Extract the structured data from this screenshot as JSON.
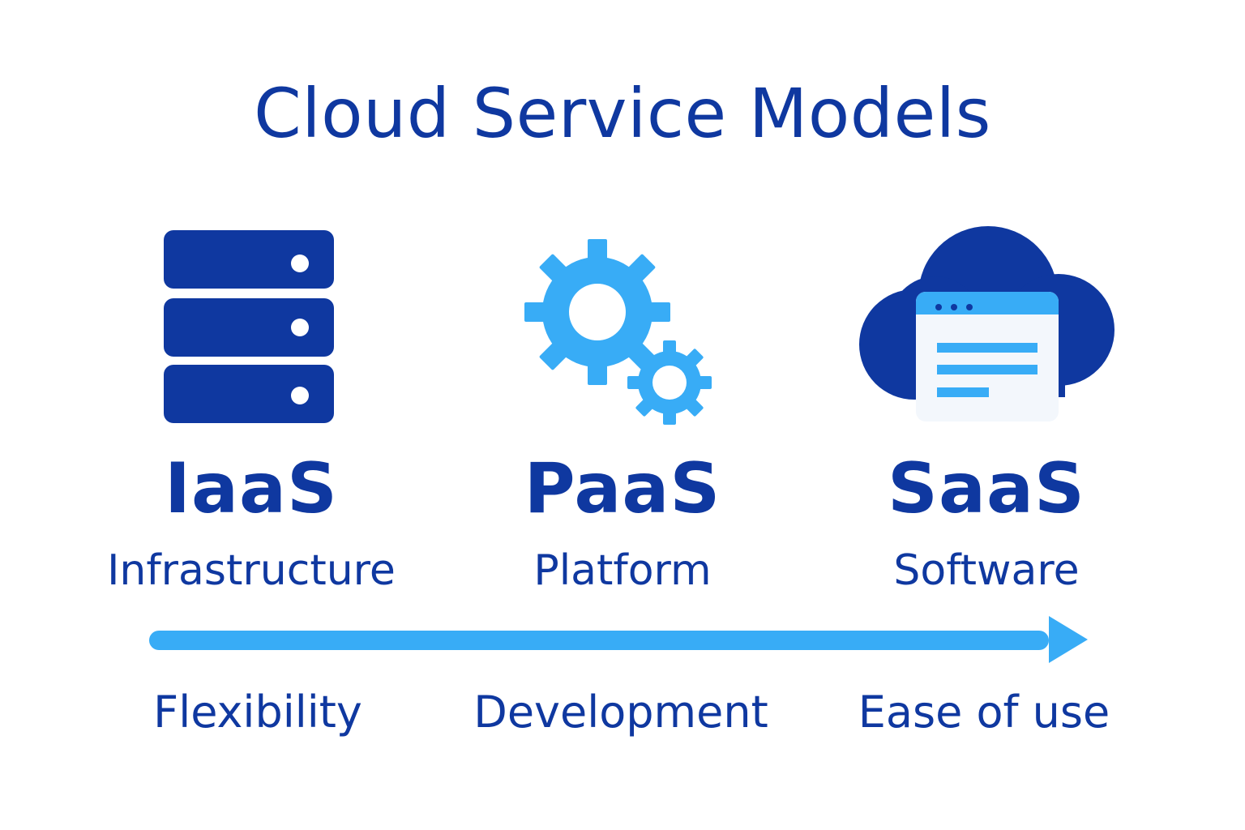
{
  "title": "Cloud Service Models",
  "models": [
    {
      "acronym": "IaaS",
      "subtitle": "Infrastructure",
      "icon": "server-stack-icon"
    },
    {
      "acronym": "PaaS",
      "subtitle": "Platform",
      "icon": "gears-icon"
    },
    {
      "acronym": "SaaS",
      "subtitle": "Software",
      "icon": "cloud-browser-icon"
    }
  ],
  "progression": {
    "labels": [
      "Flexibility",
      "Development",
      "Ease of use"
    ],
    "icon": "arrow-right-icon"
  },
  "colors": {
    "primary": "#0f38a0",
    "accent": "#38acf6",
    "window_background": "#f3f7fc",
    "background": "#ffffff"
  }
}
